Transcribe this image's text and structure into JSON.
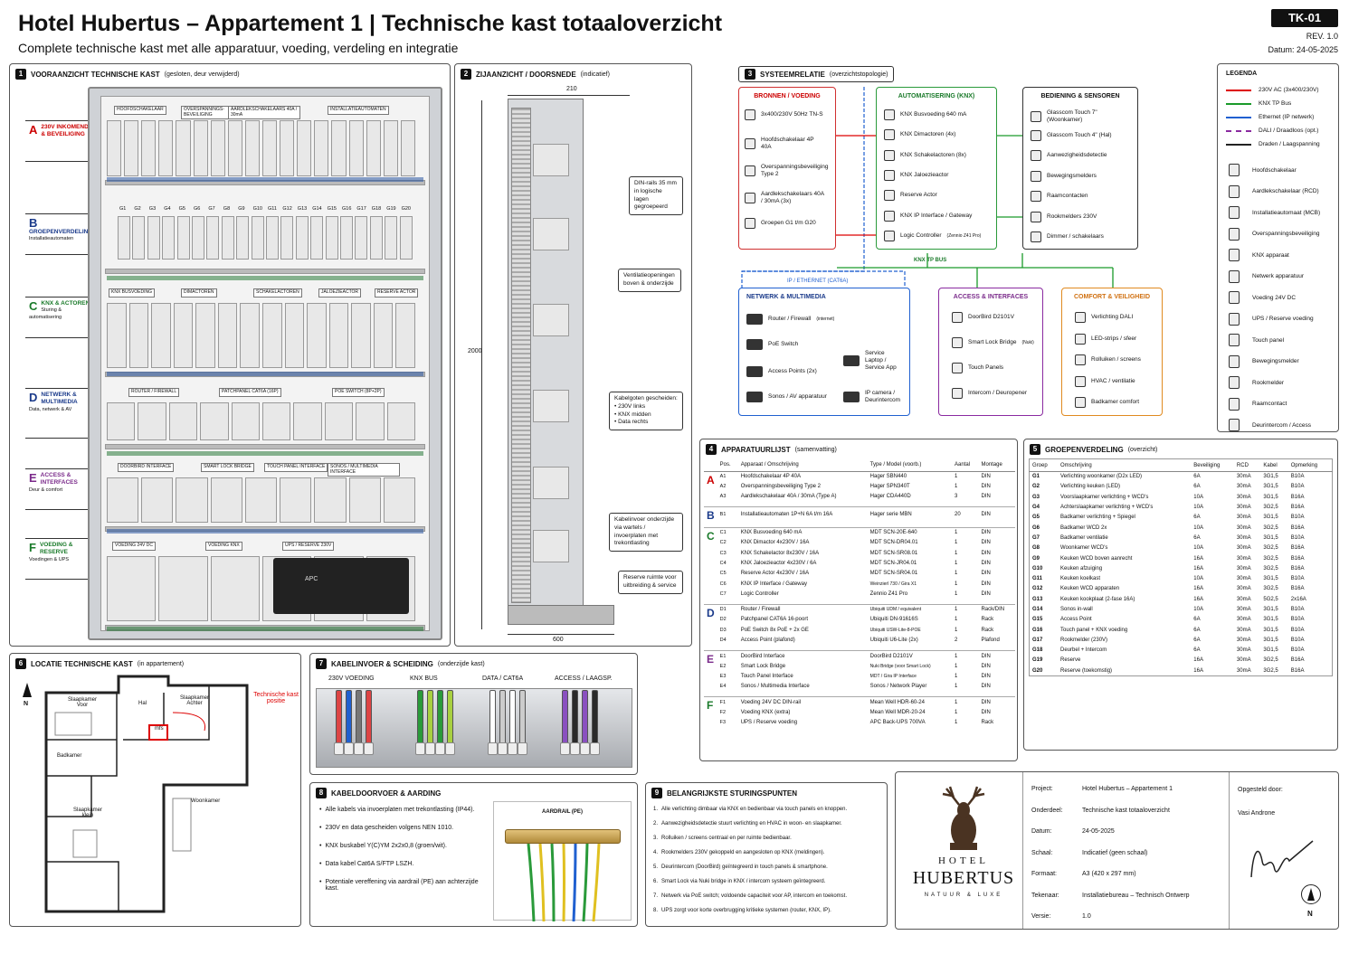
{
  "title": "Hotel Hubertus – Appartement 1 | Technische kast totaaloverzicht",
  "subtitle": "Complete technische kast met alle apparatuur, voeding, verdeling en integratie",
  "doc": {
    "code": "TK-01",
    "rev": "REV.  1.0",
    "date": "Datum: 24-05-2025"
  },
  "p1": {
    "num": "1",
    "title": "VOORAANZICHT TECHNISCHE KAST",
    "sub": "(gesloten, deur verwijderd)",
    "cats": [
      {
        "l": "A",
        "t": "230V INKOMEND & BEVEILIGING",
        "s": "",
        "c": "#c00"
      },
      {
        "l": "B",
        "t": "GROEPENVERDELING",
        "s": "Installatieautomaten",
        "c": "#1a3a8a"
      },
      {
        "l": "C",
        "t": "KNX & ACTOREN",
        "s": "Sturing & automatisering",
        "c": "#1a7a2a"
      },
      {
        "l": "D",
        "t": "NETWERK & MULTIMEDIA",
        "s": "Data, netwerk & AV",
        "c": "#1a3a8a"
      },
      {
        "l": "E",
        "t": "ACCESS & INTERFACES",
        "s": "Deur & comfort",
        "c": "#7a2a8a"
      },
      {
        "l": "F",
        "t": "VOEDING & RESERVE",
        "s": "Voedingen & UPS",
        "c": "#1a7a2a"
      }
    ],
    "labels": [
      "HOOFDSCHAKELAAR",
      "OVERSPANNINGS-BEVEILIGING",
      "AARDLEKSCHAKELAARS 40A / 30mA",
      "INSTALLATIEAUTOMATEN",
      "KNX BUSVOEDING",
      "DIMACTOREN",
      "SCHAKELACTOREN",
      "JALOEZIEACTOR",
      "RESERVE ACTOR",
      "ROUTER / FIREWALL",
      "PATCHPANEL CAT6A (16P)",
      "POE SWITCH (8P+2P)",
      "DOORBIRD INTERFACE",
      "SMART LOCK BRIDGE",
      "TOUCH PANEL INTERFACE",
      "SONOS / MULTIMEDIA INTERFACE",
      "VOEDING 24V DC",
      "VOEDING KNX",
      "UPS / RESERVE 230V"
    ],
    "groups": [
      "G1",
      "G2",
      "G3",
      "G4",
      "G5",
      "G6",
      "G7",
      "G8",
      "G9",
      "G10",
      "G11",
      "G12",
      "G13",
      "G14",
      "G15",
      "G16",
      "G17",
      "G18",
      "G19",
      "G20"
    ],
    "ups_brand": "APC"
  },
  "p2": {
    "num": "2",
    "title": "ZIJAANZICHT / DOORSNEDE",
    "sub": "(indicatief)",
    "w": "210",
    "h": "2000",
    "d": "600",
    "notes": [
      "DIN-rails 35 mm in logische lagen gegroepeerd",
      "Ventilatieopeningen boven & onderzijde",
      "Kabelgoten gescheiden:",
      "• 230V links",
      "• KNX midden",
      "• Data rechts",
      "Kabelinvoer onderzijde via wartels / invoerplaten met trekontlasting",
      "Reserve ruimte voor uitbreiding & service"
    ]
  },
  "p3": {
    "num": "3",
    "title": "SYSTEEMRELATIE",
    "sub": "(overzichtstopologie)",
    "bronnen": {
      "t": "BRONNEN / VOEDING",
      "items": [
        "3x400/230V 50Hz TN-S",
        "Hoofdschakelaar 4P 40A",
        "Overspanningsbeveiliging Type 2",
        "Aardlekschakelaars 40A / 30mA (3x)",
        "Groepen G1 t/m G20"
      ]
    },
    "knx": {
      "t": "AUTOMATISERING (KNX)",
      "items": [
        "KNX Busvoeding 640 mA",
        "KNX Dimactoren (4x)",
        "KNX Schakelactoren (8x)",
        "KNX Jaloezieactor",
        "Reserve Actor",
        "KNX IP Interface / Gateway",
        "Logic Controller"
      ],
      "small": "(Zennio Z41 Pro)"
    },
    "bed": {
      "t": "BEDIENING & SENSOREN",
      "items": [
        "Glasscom Touch 7\"   (Woonkamer)",
        "Glasscom Touch 4\"   (Hal)",
        "Aanwezigheidsdetectie",
        "Bewegingsmelders",
        "Raamcontacten",
        "Rookmelders 230V",
        "Dimmer / schakelaars"
      ]
    },
    "bus": "KNX TP BUS",
    "ip": "IP / ETHERNET (CAT6A)",
    "net": {
      "t": "NETWERK & MULTIMEDIA",
      "items": [
        "Router / Firewall",
        "PoE Switch",
        "Access Points (2x)",
        "Sonos / AV apparatuur",
        "Service Laptop / Service App",
        "IP camera / Deurintercom"
      ],
      "small": "(internet)"
    },
    "acc": {
      "t": "ACCESS & INTERFACES",
      "items": [
        "DoorBird D2101V",
        "Smart Lock Bridge",
        "Touch Panels",
        "Intercom / Deuropener"
      ],
      "small": "(Nuki)"
    },
    "com": {
      "t": "COMFORT & VEILIGHEID",
      "items": [
        "Verlichting DALI",
        "LED-strips / sfeer",
        "Rolluiken / screens",
        "HVAC / ventilatie",
        "Badkamer comfort"
      ]
    }
  },
  "legend": {
    "title": "LEGENDA",
    "lines": [
      {
        "t": "230V AC (3x400/230V)",
        "c": "#d00",
        "d": ""
      },
      {
        "t": "KNX TP Bus",
        "c": "#1a9a2a",
        "d": ""
      },
      {
        "t": "Ethernet (IP netwerk)",
        "c": "#2060d0",
        "d": ""
      },
      {
        "t": "DALI / Draadloos (opt.)",
        "c": "#8a2aa0",
        "d": "4,2"
      },
      {
        "t": "Draden / Laagspanning",
        "c": "#222",
        "d": ""
      }
    ],
    "icons": [
      {
        "t": "Hoofdschakelaar",
        "i": "main-switch-icon"
      },
      {
        "t": "Aardlekschakelaar (RCD)",
        "i": "rcd-icon"
      },
      {
        "t": "Installatieautomaat (MCB)",
        "i": "mcb-icon"
      },
      {
        "t": "Overspanningsbeveiliging",
        "i": "surge-icon"
      },
      {
        "t": "KNX apparaat",
        "i": "knx-icon"
      },
      {
        "t": "Netwerk apparatuur",
        "i": "network-icon"
      },
      {
        "t": "Voeding 24V DC",
        "i": "psu-icon"
      },
      {
        "t": "UPS / Reserve voeding",
        "i": "ups-icon"
      },
      {
        "t": "Touch panel",
        "i": "touch-panel-icon"
      },
      {
        "t": "Bewegingsmelder",
        "i": "motion-sensor-icon"
      },
      {
        "t": "Rookmelder",
        "i": "smoke-detector-icon"
      },
      {
        "t": "Raamcontact",
        "i": "window-contact-icon"
      },
      {
        "t": "Deurintercom / Access",
        "i": "intercom-icon"
      }
    ]
  },
  "p4": {
    "num": "4",
    "title": "APPARATUURLIJST",
    "sub": "(samenvatting)",
    "head": [
      "Pos.",
      "Apparaat / Omschrijving",
      "Type / Model (voorb.)",
      "Aantal",
      "Montage"
    ],
    "sections": [
      {
        "l": "A",
        "c": "#c00",
        "rows": [
          [
            "A1",
            "Hoofdschakelaar 4P 40A",
            "Hager SBN440",
            "1",
            "DIN"
          ],
          [
            "A2",
            "Overspanningsbeveiliging Type 2",
            "Hager SPN340T",
            "1",
            "DIN"
          ],
          [
            "A3",
            "Aardlekschakelaar 40A / 30mA (Type A)",
            "Hager CDA440D",
            "3",
            "DIN"
          ]
        ]
      },
      {
        "l": "B",
        "c": "#1a3a8a",
        "rows": [
          [
            "B1",
            "Installatieautomaten 1P+N  6A t/m 16A",
            "Hager serie MBN",
            "20",
            "DIN"
          ]
        ]
      },
      {
        "l": "C",
        "c": "#1a7a2a",
        "rows": [
          [
            "C1",
            "KNX Busvoeding 640 mA",
            "MDT SCN-20E-640",
            "1",
            "DIN"
          ],
          [
            "C2",
            "KNX Dimactor 4x230V / 16A",
            "MDT SCN-DR04.01",
            "1",
            "DIN"
          ],
          [
            "C3",
            "KNX Schakelactor 8x230V / 16A",
            "MDT SCN-SR08.01",
            "1",
            "DIN"
          ],
          [
            "C4",
            "KNX Jaloezieactor 4x230V / 6A",
            "MDT SCN-JR04.01",
            "1",
            "DIN"
          ],
          [
            "C5",
            "Reserve Actor 4x230V / 16A",
            "MDT SCN-SR04.01",
            "1",
            "DIN"
          ],
          [
            "C6",
            "KNX IP Interface / Gateway",
            "Weinzierl 730 / Gira X1",
            "1",
            "DIN"
          ],
          [
            "C7",
            "Logic Controller",
            "Zennio Z41 Pro",
            "1",
            "DIN"
          ]
        ]
      },
      {
        "l": "D",
        "c": "#1a3a8a",
        "rows": [
          [
            "D1",
            "Router / Firewall",
            "Ubiquiti UDM / equivalent",
            "1",
            "Rack/DIN"
          ],
          [
            "D2",
            "Patchpanel CAT6A 16-poort",
            "Ubiquiti DN-91616S",
            "1",
            "Rack"
          ],
          [
            "D3",
            "PoE Switch 8x PoE + 2x GE",
            "Ubiquiti USW-Lite-8-POE",
            "1",
            "Rack"
          ],
          [
            "D4",
            "Access Point (plafond)",
            "Ubiquiti U6-Lite  (2x)",
            "2",
            "Plafond"
          ]
        ]
      },
      {
        "l": "E",
        "c": "#7a2a8a",
        "rows": [
          [
            "E1",
            "DoorBird Interface",
            "DoorBird D2101V",
            "1",
            "DIN"
          ],
          [
            "E2",
            "Smart Lock Bridge",
            "Nuki Bridge (voor Smart Lock)",
            "1",
            "DIN"
          ],
          [
            "E3",
            "Touch Panel Interface",
            "MDT / Gira IP Interface",
            "1",
            "DIN"
          ],
          [
            "E4",
            "Sonos / Multimedia Interface",
            "Sonos / Network Player",
            "1",
            "DIN"
          ]
        ]
      },
      {
        "l": "F",
        "c": "#1a7a2a",
        "rows": [
          [
            "F1",
            "Voeding 24V DC DIN-rail",
            "Mean Well HDR-60-24",
            "1",
            "DIN"
          ],
          [
            "F2",
            "Voeding KNX (extra)",
            "Mean Well MDR-20-24",
            "1",
            "DIN"
          ],
          [
            "F3",
            "UPS / Reserve voeding",
            "APC Back-UPS 700VA",
            "1",
            "Rack"
          ]
        ]
      }
    ]
  },
  "p5": {
    "num": "5",
    "title": "GROEPENVERDELING",
    "sub": "(overzicht)",
    "head": [
      "Groep",
      "Omschrijving",
      "Beveiliging",
      "RCD",
      "Kabel",
      "Opmerking"
    ],
    "rows": [
      [
        "G1",
        "Verlichting woonkamer (D2x LED)",
        "6A",
        "30mA",
        "3G1,5",
        "B10A"
      ],
      [
        "G2",
        "Verlichting keuken (LED)",
        "6A",
        "30mA",
        "3G1,5",
        "B10A"
      ],
      [
        "G3",
        "Voorslaapkamer verlichting + WCD's",
        "10A",
        "30mA",
        "3G1,5",
        "B16A"
      ],
      [
        "G4",
        "Achterslaapkamer verlichting + WCD's",
        "10A",
        "30mA",
        "3G2,5",
        "B16A"
      ],
      [
        "G5",
        "Badkamer verlichting + Spiegel",
        "6A",
        "30mA",
        "3G1,5",
        "B10A"
      ],
      [
        "G6",
        "Badkamer WCD 2x",
        "10A",
        "30mA",
        "3G2,5",
        "B16A"
      ],
      [
        "G7",
        "Badkamer ventilatie",
        "6A",
        "30mA",
        "3G1,5",
        "B10A"
      ],
      [
        "G8",
        "Woonkamer WCD's",
        "10A",
        "30mA",
        "3G2,5",
        "B16A"
      ],
      [
        "G9",
        "Keuken WCD boven aanrecht",
        "16A",
        "30mA",
        "3G2,5",
        "B16A"
      ],
      [
        "G10",
        "Keuken afzuiging",
        "16A",
        "30mA",
        "3G2,5",
        "B16A"
      ],
      [
        "G11",
        "Keuken koelkast",
        "10A",
        "30mA",
        "3G1,5",
        "B10A"
      ],
      [
        "G12",
        "Keuken WCD apparaten",
        "16A",
        "30mA",
        "3G2,5",
        "B16A"
      ],
      [
        "G13",
        "Keuken kookplaat (2-fase 16A)",
        "16A",
        "30mA",
        "5G2,5",
        "2x16A"
      ],
      [
        "G14",
        "Sonos in-wall",
        "10A",
        "30mA",
        "3G1,5",
        "B10A"
      ],
      [
        "G15",
        "Access Point",
        "6A",
        "30mA",
        "3G1,5",
        "B10A"
      ],
      [
        "G16",
        "Touch panel + KNX voeding",
        "6A",
        "30mA",
        "3G1,5",
        "B10A"
      ],
      [
        "G17",
        "Rookmelder (230V)",
        "6A",
        "30mA",
        "3G1,5",
        "B10A"
      ],
      [
        "G18",
        "Deurbel + Intercom",
        "6A",
        "30mA",
        "3G1,5",
        "B10A"
      ],
      [
        "G19",
        "Reserve",
        "16A",
        "30mA",
        "3G2,5",
        "B16A"
      ],
      [
        "G20",
        "Reserve (toekomstig)",
        "16A",
        "30mA",
        "3G2,5",
        "B16A"
      ]
    ]
  },
  "p6": {
    "num": "6",
    "title": "LOCATIE TECHNISCHE KAST",
    "sub": "(in appartement)",
    "north": "N",
    "rooms": [
      "Slaapkamer Voor",
      "Hal",
      "Slaapkamer Achter",
      "Badkamer",
      "Woonkamer",
      "Slaapkamer klein"
    ],
    "tk_label": "Technische kast positie",
    "tk_box": "mfs"
  },
  "p7": {
    "num": "7",
    "title": "KABELINVOER & SCHEIDING",
    "sub": "(onderzijde kast)",
    "cols": [
      "230V VOEDING",
      "KNX BUS",
      "DATA / CAT6A",
      "ACCESS / LAAGSP."
    ]
  },
  "p8": {
    "num": "8",
    "title": "KABELDOORVOER & AARDING",
    "items": [
      "Alle kabels via invoerplaten met trekontlasting (IP44).",
      "230V en data gescheiden volgens NEN 1010.",
      "KNX buskabel Y(C)YM 2x2x0,8 (groen/wit).",
      "Data kabel Cat6A S/FTP LSZH.",
      "Potentiale vereffening via aardrail (PE) aan achterzijde kast."
    ],
    "rail": "AARDRAIL (PE)"
  },
  "p9": {
    "num": "9",
    "title": "BELANGRIJKSTE STURINGSPUNTEN",
    "items": [
      "Alle verlichting dimbaar via KNX en bedienbaar via touch panels en knoppen.",
      "Aanwezigheidsdetectie stuurt verlichting en HVAC in woon- en slaapkamer.",
      "Rolluiken / screens centraal en per ruimte bedienbaar.",
      "Rookmelders 230V gekoppeld en aangesloten op KNX (meldingen).",
      "Deurintercom (DoorBird) geïntegreerd in touch panels & smartphone.",
      "Smart Lock via Nuki bridge in KNX / intercom systeem geïntegreerd.",
      "Netwerk via PoE switch; voldoende capaciteit voor AP, intercom en toekomst.",
      "UPS zorgt voor korte overbrugging kritieke systemen (router, KNX, IP)."
    ]
  },
  "tb": {
    "logo1": "HOTEL",
    "logo2": "HUBERTUS",
    "logo3": "NATUUR & LUXE",
    "fields": [
      [
        "Project:",
        "Hotel Hubertus – Appartement 1"
      ],
      [
        "Onderdeel:",
        "Technische kast totaaloverzicht"
      ],
      [
        "Datum:",
        "24-05-2025"
      ],
      [
        "Schaal:",
        "Indicatief (geen schaal)"
      ],
      [
        "Formaat:",
        "A3 (420 x 297 mm)"
      ],
      [
        "Tekenaar:",
        "Installatiebureau – Technisch Ontwerp"
      ],
      [
        "Versie:",
        "1.0"
      ]
    ],
    "by_label": "Opgesteld door:",
    "by": "Vasi Androne",
    "north": "N"
  }
}
